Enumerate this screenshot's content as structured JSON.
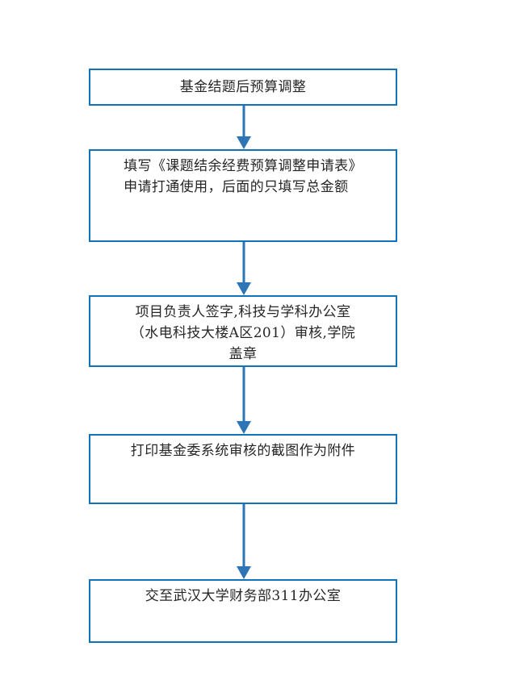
{
  "document": {
    "type": "flowchart",
    "title": "基金结题后预算调整",
    "orientation": "vertical",
    "background_color": "#ffffff",
    "box_border_color": "#1072b8",
    "arrow_color": "#2e75b6",
    "text_color": "#262626",
    "step_count": 5
  },
  "nodes": [
    {
      "id": "step-1",
      "order": 1,
      "text": "基金结题后预算调整",
      "align": "center",
      "vertical": "center"
    },
    {
      "id": "step-2",
      "order": 2,
      "text": "填写《课题结余经费预算调整申请表》\n申请打通使用，后面的只填写总金额",
      "align": "left",
      "vertical": "top"
    },
    {
      "id": "step-3",
      "order": 3,
      "text": "项目负责人签字,科技与学科办公室\n（水电科技大楼A区201）审核,学院\n盖章",
      "align": "center",
      "vertical": "top"
    },
    {
      "id": "step-4",
      "order": 4,
      "text": "打印基金委系统审核的截图作为附件",
      "align": "center",
      "vertical": "top"
    },
    {
      "id": "step-5",
      "order": 5,
      "text": "交至武汉大学财务部311办公室",
      "align": "center",
      "vertical": "top"
    }
  ],
  "connectors": [
    {
      "id": "arrow-1-2",
      "from": "step-1",
      "to": "step-2",
      "direction": "down"
    },
    {
      "id": "arrow-2-3",
      "from": "step-2",
      "to": "step-3",
      "direction": "down"
    },
    {
      "id": "arrow-3-4",
      "from": "step-3",
      "to": "step-4",
      "direction": "down"
    },
    {
      "id": "arrow-4-5",
      "from": "step-4",
      "to": "step-5",
      "direction": "down"
    }
  ]
}
